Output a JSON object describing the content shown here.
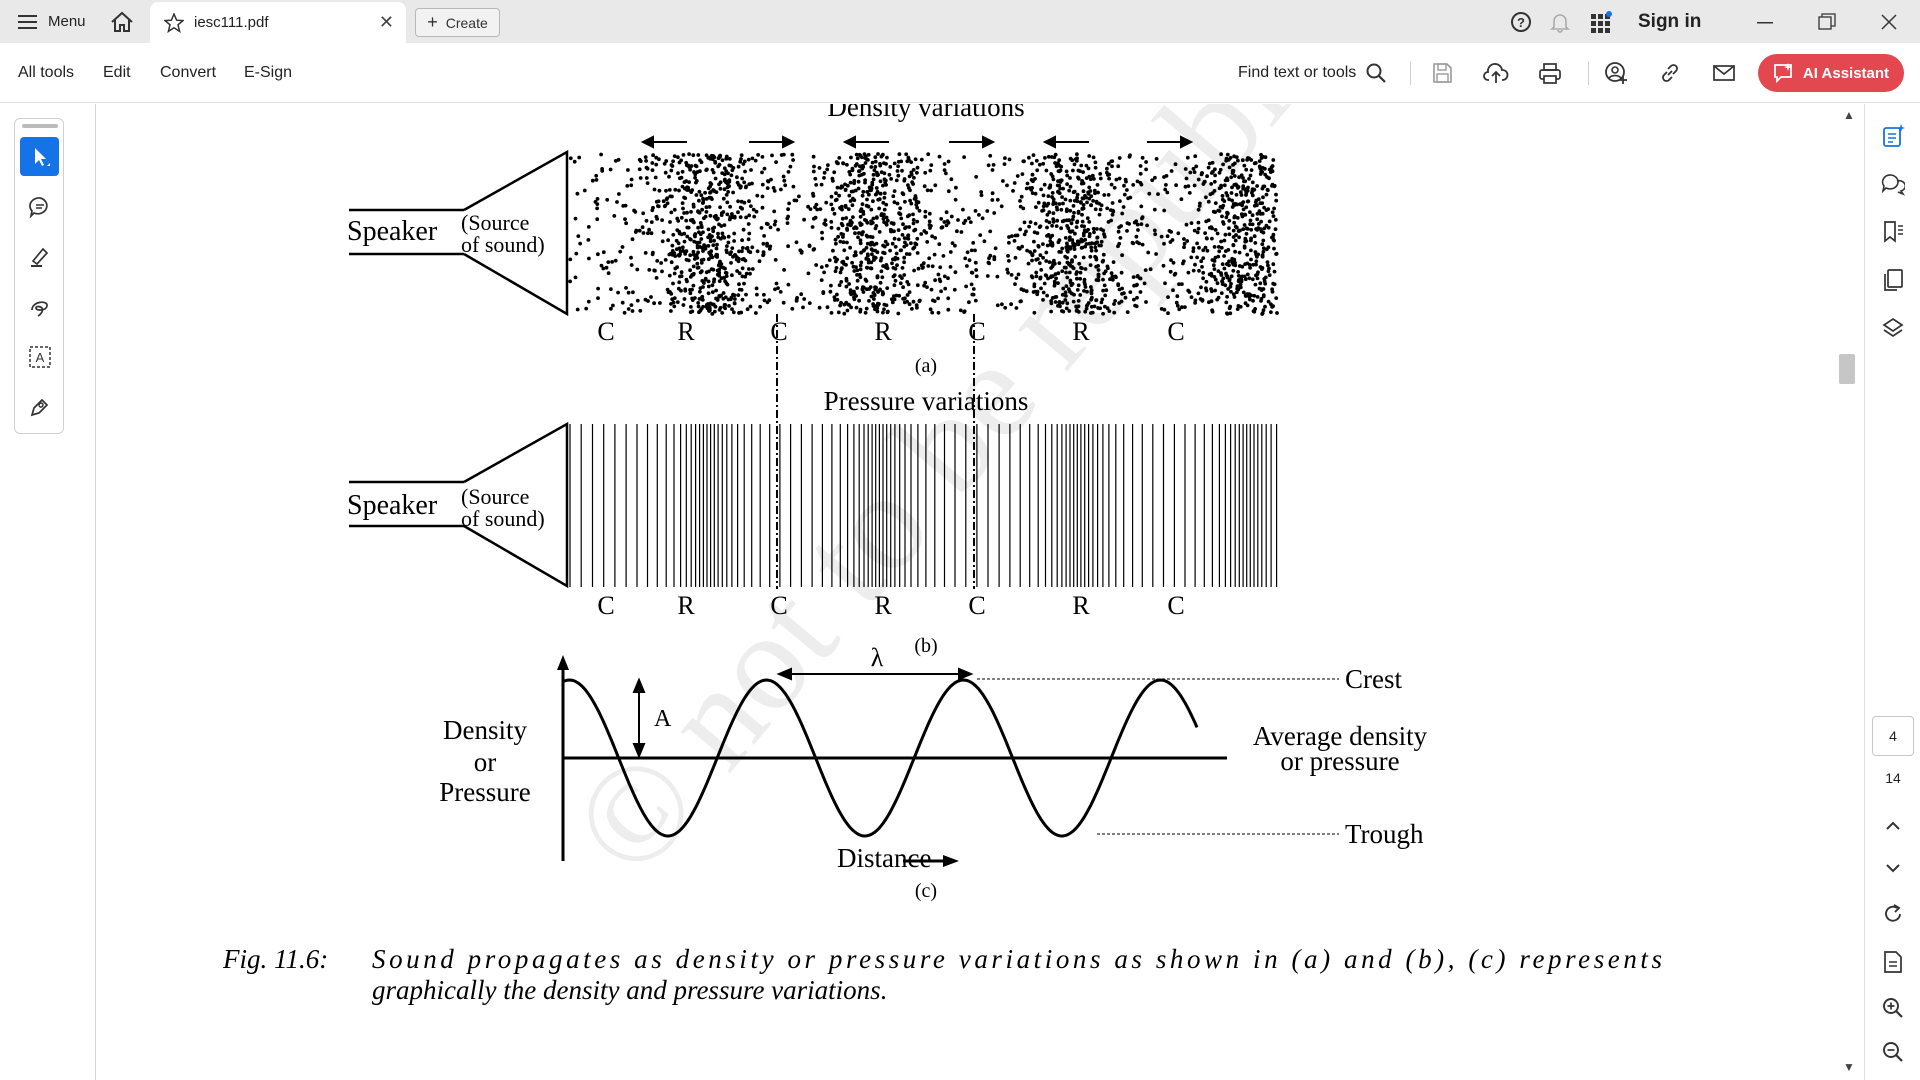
{
  "titlebar": {
    "menu_label": "Menu",
    "tab_title": "iesc111.pdf",
    "create_label": "Create",
    "sign_in": "Sign in"
  },
  "toolbar": {
    "items": [
      "All tools",
      "Edit",
      "Convert",
      "E-Sign"
    ],
    "find_label": "Find text or tools",
    "ai_label": "AI Assistant"
  },
  "pagination": {
    "current": "4",
    "total": "14"
  },
  "figure": {
    "title_a": "Density variations",
    "title_b": "Pressure variations",
    "speaker": "Speaker",
    "source_line1": "(Source",
    "source_line2": "of sound)",
    "labels_a": [
      "C",
      "R",
      "C",
      "R",
      "C",
      "R",
      "C"
    ],
    "labels_b": [
      "C",
      "R",
      "C",
      "R",
      "C",
      "R",
      "C"
    ],
    "caption_a": "(a)",
    "caption_b": "(b)",
    "caption_c": "(c)",
    "lambda": "λ",
    "amplitude": "A",
    "crest": "Crest",
    "trough": "Trough",
    "average_line1": "Average density",
    "average_line2": "or pressure",
    "ylabel_line1": "Density",
    "ylabel_line2": "or",
    "ylabel_line3": "Pressure",
    "xlabel": "Distance",
    "fig_label": "Fig. 11.6:",
    "fig_text_line1": "Sound propagates as density or pressure variations as shown in (a) and (b), (c) represents",
    "fig_text_line2": "graphically the density and pressure variations."
  },
  "colors": {
    "accent": "#1473e6",
    "ai_button": "#e34850"
  }
}
